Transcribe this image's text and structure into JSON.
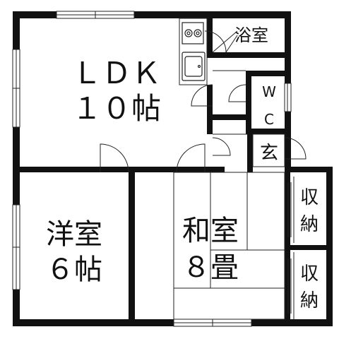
{
  "colors": {
    "wall": "#111111",
    "line": "#222222",
    "background": "#ffffff"
  },
  "rooms": {
    "ldk": {
      "name": "ＬＤＫ",
      "size": "１０帖"
    },
    "bath": {
      "name": "浴室"
    },
    "wc": {
      "line1": "W",
      "line2": "C"
    },
    "entrance": {
      "name": "玄"
    },
    "western": {
      "name": "洋室",
      "size": "６帖"
    },
    "japanese": {
      "name_top": "和室",
      "size_bottom": "８畳"
    },
    "storage_top": {
      "line1": "収",
      "line2": "納"
    },
    "storage_bottom": {
      "line1": "収",
      "line2": "納"
    }
  },
  "icons": [
    "stove-icon",
    "kitchen-sink-icon",
    "bathtub-icon"
  ]
}
